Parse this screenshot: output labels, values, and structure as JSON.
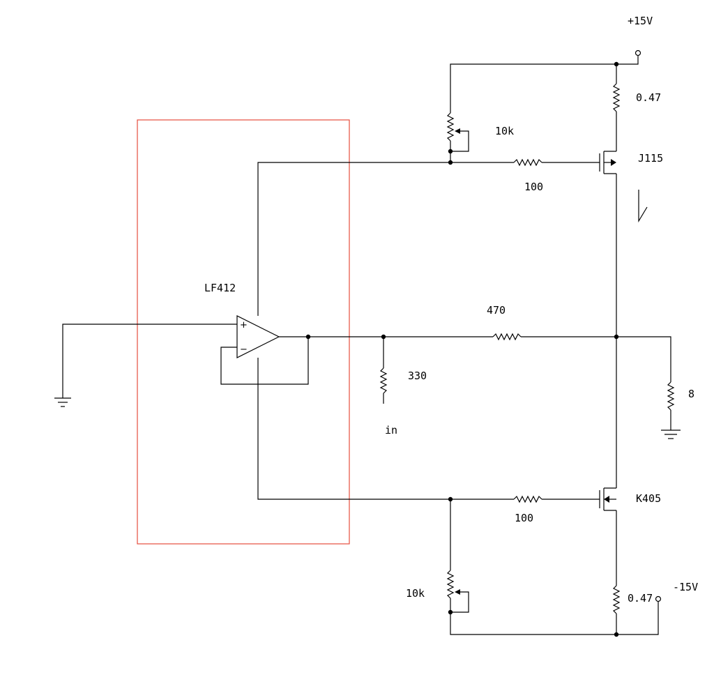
{
  "components": {
    "opamp": {
      "label": "LF412",
      "plus": "+",
      "minus": "−"
    },
    "supply_pos": {
      "label": "+15V"
    },
    "supply_neg": {
      "label": "-15V"
    },
    "rs_top": {
      "label": "0.47"
    },
    "rs_bottom": {
      "label": "0.47"
    },
    "pot_top": {
      "label": "10k"
    },
    "pot_bottom": {
      "label": "10k"
    },
    "rg_top": {
      "label": "100"
    },
    "rg_bottom": {
      "label": "100"
    },
    "q_top": {
      "label": "J115"
    },
    "q_bottom": {
      "label": "K405"
    },
    "r_feedback": {
      "label": "470"
    },
    "r_input": {
      "label": "330"
    },
    "input_node": {
      "label": "in"
    },
    "speaker_load": {
      "label": "8"
    }
  },
  "colors": {
    "wire": "#000000",
    "highlight_box": "#e74c3c",
    "background": "#ffffff"
  }
}
